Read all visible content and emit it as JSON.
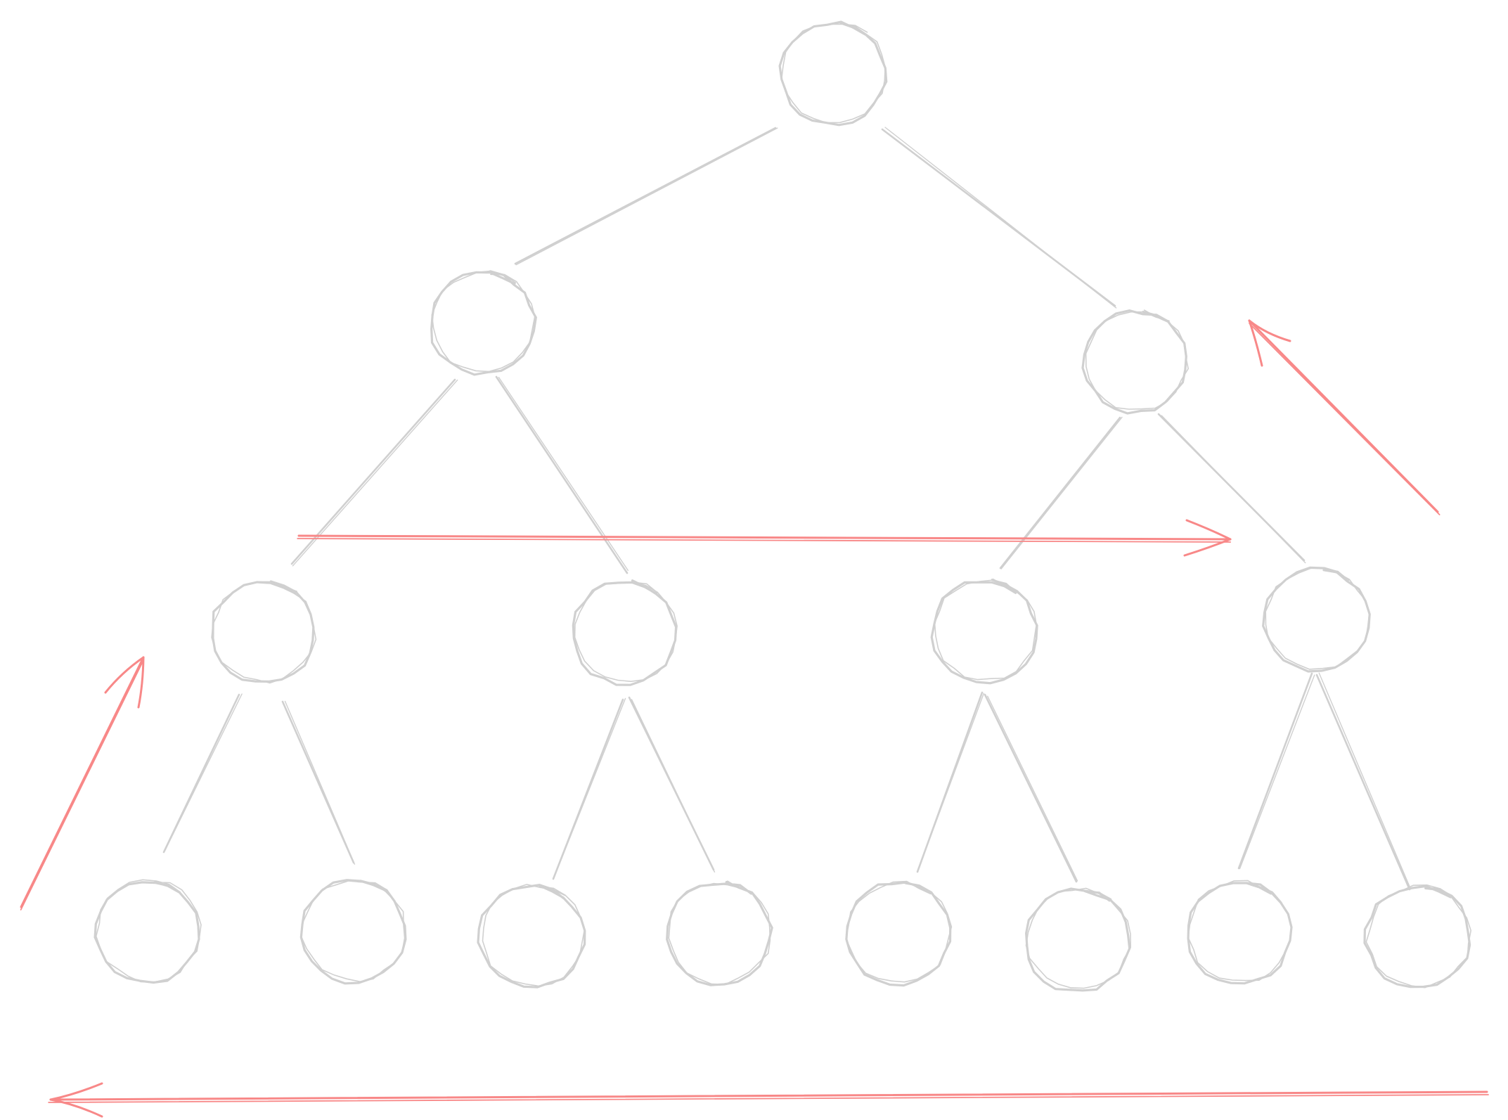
{
  "diagram": {
    "kind": "binary-tree-traversal",
    "tree_depth_levels": 4,
    "nodes": [
      {
        "id": "root",
        "level": 0,
        "label": ""
      },
      {
        "id": "l1-left",
        "level": 1,
        "label": ""
      },
      {
        "id": "l1-right",
        "level": 1,
        "label": ""
      },
      {
        "id": "l2-1",
        "level": 2,
        "label": ""
      },
      {
        "id": "l2-2",
        "level": 2,
        "label": ""
      },
      {
        "id": "l2-3",
        "level": 2,
        "label": ""
      },
      {
        "id": "l2-4",
        "level": 2,
        "label": ""
      },
      {
        "id": "l3-1",
        "level": 3,
        "label": ""
      },
      {
        "id": "l3-2",
        "level": 3,
        "label": ""
      },
      {
        "id": "l3-3",
        "level": 3,
        "label": ""
      },
      {
        "id": "l3-4",
        "level": 3,
        "label": ""
      },
      {
        "id": "l3-5",
        "level": 3,
        "label": ""
      },
      {
        "id": "l3-6",
        "level": 3,
        "label": ""
      },
      {
        "id": "l3-7",
        "level": 3,
        "label": ""
      },
      {
        "id": "l3-8",
        "level": 3,
        "label": ""
      }
    ],
    "edges": [
      {
        "from": "root",
        "to": "l1-left"
      },
      {
        "from": "root",
        "to": "l1-right"
      },
      {
        "from": "l1-left",
        "to": "l2-1"
      },
      {
        "from": "l1-left",
        "to": "l2-2"
      },
      {
        "from": "l1-right",
        "to": "l2-3"
      },
      {
        "from": "l1-right",
        "to": "l2-4"
      },
      {
        "from": "l2-1",
        "to": "l3-1"
      },
      {
        "from": "l2-1",
        "to": "l3-2"
      },
      {
        "from": "l2-2",
        "to": "l3-3"
      },
      {
        "from": "l2-2",
        "to": "l3-4"
      },
      {
        "from": "l2-3",
        "to": "l3-5"
      },
      {
        "from": "l2-3",
        "to": "l3-6"
      },
      {
        "from": "l2-4",
        "to": "l3-7"
      },
      {
        "from": "l2-4",
        "to": "l3-8"
      }
    ],
    "traversal_arrows": [
      {
        "id": "arrow-up-left",
        "direction": "up"
      },
      {
        "id": "arrow-across-level2",
        "direction": "right"
      },
      {
        "id": "arrow-up-right",
        "direction": "up"
      },
      {
        "id": "arrow-bottom",
        "direction": "left"
      }
    ]
  },
  "colors": {
    "node_stroke": "#d0d0d0",
    "edge_stroke": "#d0d0d0",
    "arrow_stroke": "#f88888",
    "background": "#ffffff"
  }
}
